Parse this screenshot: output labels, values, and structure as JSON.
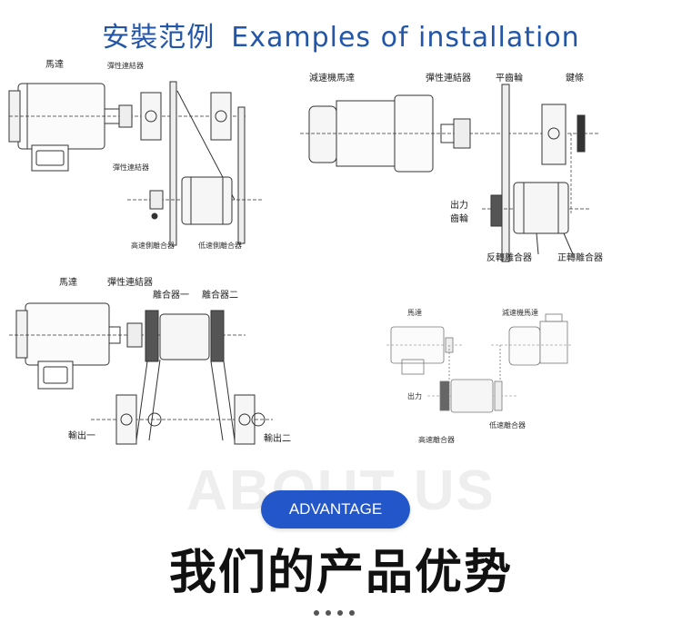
{
  "header": {
    "title_cn": "安裝范例",
    "title_en": "Examples of installation"
  },
  "diagrams": {
    "d1": {
      "motor": "馬達",
      "elastic_coupling_top": "彈性連結器",
      "elastic_coupling_mid": "彈性連結器",
      "high_speed_clutch": "高速側離合器",
      "low_speed_clutch": "低速側離合器"
    },
    "d2": {
      "geared_motor": "減速機馬達",
      "elastic_coupling": "彈性連結器",
      "spur_gear": "平齒輪",
      "chain": "鍵條",
      "output": "出力",
      "gear": "齒輪",
      "reverse_clutch": "反轉離合器",
      "forward_clutch": "正轉離合器"
    },
    "d3": {
      "motor": "馬達",
      "elastic_coupling": "彈性連結器",
      "clutch_1": "離合器一",
      "clutch_2": "離合器二",
      "output_1": "輸出一",
      "output_2": "輸出二"
    },
    "d4": {
      "motor": "馬達",
      "geared_motor": "減速機馬達",
      "output": "出力",
      "low_speed_clutch": "低速離合器",
      "high_speed_clutch": "高速離合器"
    }
  },
  "about": {
    "ghost_text": "ABOUT US",
    "button_label": "ADVANTAGE",
    "heading": "我们的产品优势"
  }
}
